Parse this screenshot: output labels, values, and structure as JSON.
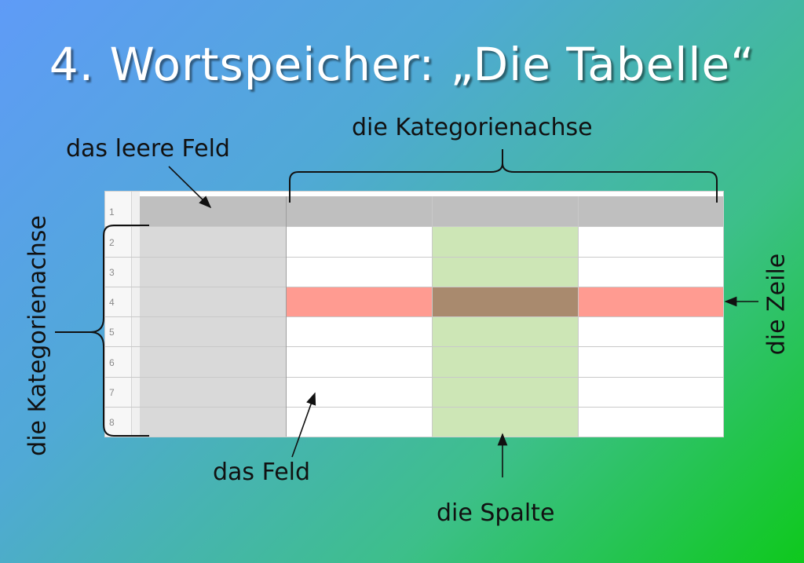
{
  "title": "4. Wortspeicher: „Die Tabelle“",
  "labels": {
    "empty_field": "das leere Feld",
    "category_axis_top": "die Kategorienachse",
    "category_axis_left": "die Kategorienachse",
    "row": "die Zeile",
    "field": "das Feld",
    "column": "die Spalte"
  },
  "table": {
    "row_numbers": [
      "1",
      "2",
      "3",
      "4",
      "5",
      "6",
      "7",
      "8"
    ],
    "colors": {
      "header": "#bfbfbf",
      "left_column": "#d9d9d9",
      "highlight_column": "#cde6b6",
      "highlight_row": "#ff9b91",
      "intersection": "#a98a6e",
      "cell": "#ffffff"
    }
  }
}
